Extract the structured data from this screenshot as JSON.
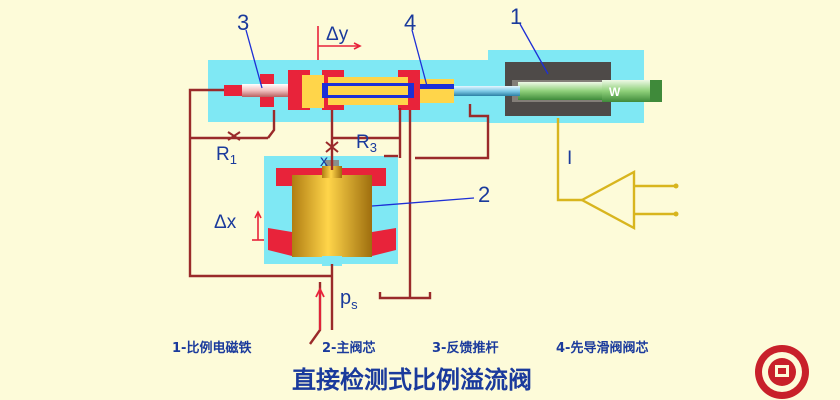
{
  "labels": {
    "n1": "1",
    "n2": "2",
    "n3": "3",
    "n4": "4",
    "delta_y": "Δy",
    "delta_x": "Δx",
    "r1_main": "R",
    "r1_sub": "1",
    "r3": "R",
    "r3_sub": "3",
    "x": "x",
    "ps_main": "p",
    "ps_sub": "s",
    "i": "I",
    "w": "W"
  },
  "legend": {
    "item1": "1-比例电磁铁",
    "item2": "2-主阀芯",
    "item3": "3-反馈推杆",
    "item4": "4-先导滑阀阀芯"
  },
  "title": "直接检测式比例溢流阀",
  "colors": {
    "background": "#fdfbd9",
    "housing": "#7fe8f4",
    "land_red": "#e8233a",
    "spool_yellow": "#ffd54a",
    "spool_blue": "#1d2fd6",
    "line_dark_red": "#9a2a2a",
    "signal_yellow": "#d8b51e",
    "text_blue": "#1a3a9c"
  },
  "seal": {
    "icon": "university-seal-icon"
  }
}
